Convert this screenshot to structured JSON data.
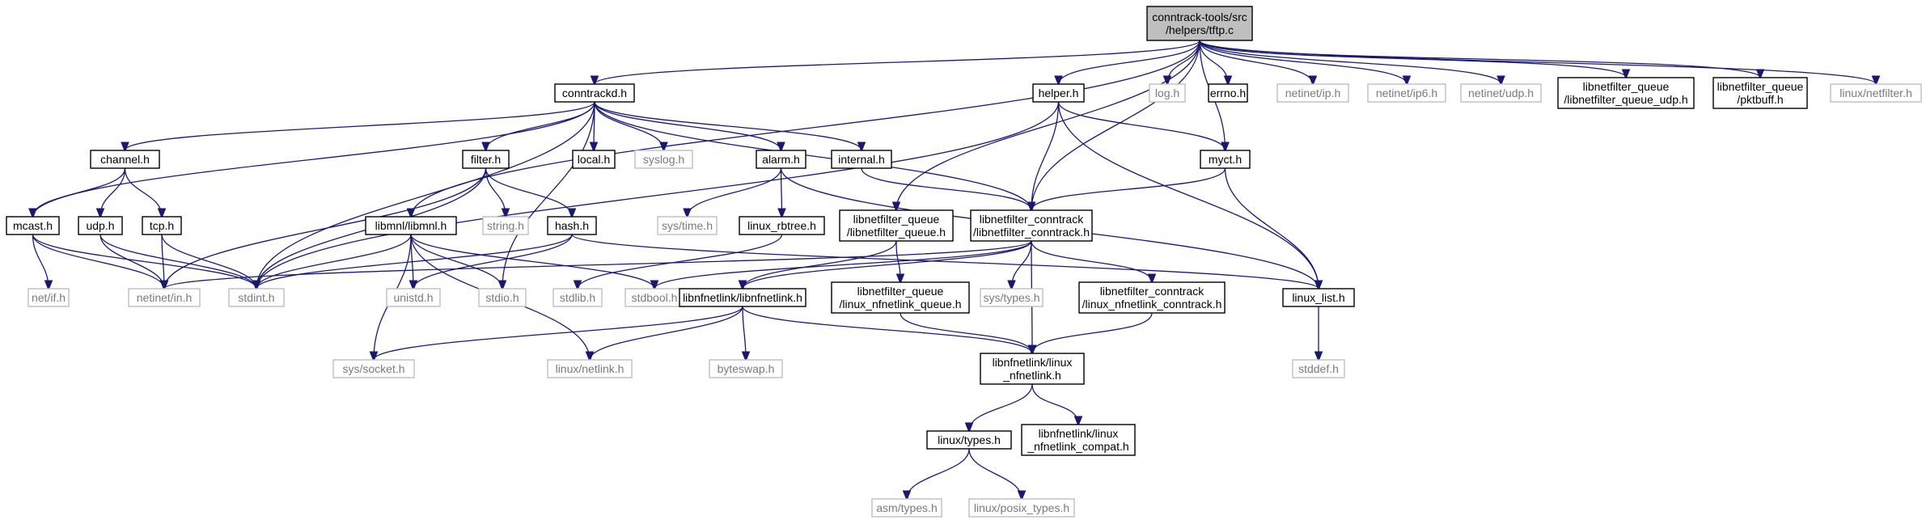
{
  "colors": {
    "edge": "#191970",
    "doc_border": "#000000",
    "sys_border": "#bfbfbf",
    "root_fill": "#bfbfbf",
    "sys_text": "#7a7a7a"
  },
  "nodes": [
    {
      "id": "root",
      "lines": [
        "conntrack-tools/src",
        "/helpers/tftp.c"
      ],
      "kind": "root"
    },
    {
      "id": "conntrackd",
      "lines": [
        "conntrackd.h"
      ],
      "kind": "doc"
    },
    {
      "id": "helper",
      "lines": [
        "helper.h"
      ],
      "kind": "doc"
    },
    {
      "id": "log",
      "lines": [
        "log.h"
      ],
      "kind": "sys"
    },
    {
      "id": "errno",
      "lines": [
        "errno.h"
      ],
      "kind": "doc"
    },
    {
      "id": "netinet_ip",
      "lines": [
        "netinet/ip.h"
      ],
      "kind": "sys"
    },
    {
      "id": "netinet_ip6",
      "lines": [
        "netinet/ip6.h"
      ],
      "kind": "sys"
    },
    {
      "id": "netinet_udp",
      "lines": [
        "netinet/udp.h"
      ],
      "kind": "sys"
    },
    {
      "id": "nfq_udp",
      "lines": [
        "libnetfilter_queue",
        "/libnetfilter_queue_udp.h"
      ],
      "kind": "doc"
    },
    {
      "id": "pktbuff",
      "lines": [
        "libnetfilter_queue",
        "/pktbuff.h"
      ],
      "kind": "doc"
    },
    {
      "id": "linux_netfilter",
      "lines": [
        "linux/netfilter.h"
      ],
      "kind": "sys"
    },
    {
      "id": "channel",
      "lines": [
        "channel.h"
      ],
      "kind": "doc"
    },
    {
      "id": "filter",
      "lines": [
        "filter.h"
      ],
      "kind": "doc"
    },
    {
      "id": "local",
      "lines": [
        "local.h"
      ],
      "kind": "doc"
    },
    {
      "id": "syslog",
      "lines": [
        "syslog.h"
      ],
      "kind": "sys"
    },
    {
      "id": "alarm",
      "lines": [
        "alarm.h"
      ],
      "kind": "doc"
    },
    {
      "id": "internal",
      "lines": [
        "internal.h"
      ],
      "kind": "doc"
    },
    {
      "id": "myct",
      "lines": [
        "myct.h"
      ],
      "kind": "doc"
    },
    {
      "id": "mcast",
      "lines": [
        "mcast.h"
      ],
      "kind": "doc"
    },
    {
      "id": "udp",
      "lines": [
        "udp.h"
      ],
      "kind": "doc"
    },
    {
      "id": "tcp",
      "lines": [
        "tcp.h"
      ],
      "kind": "doc"
    },
    {
      "id": "libmnl",
      "lines": [
        "libmnl/libmnl.h"
      ],
      "kind": "doc"
    },
    {
      "id": "string",
      "lines": [
        "string.h"
      ],
      "kind": "sys"
    },
    {
      "id": "hash",
      "lines": [
        "hash.h"
      ],
      "kind": "doc"
    },
    {
      "id": "systime",
      "lines": [
        "sys/time.h"
      ],
      "kind": "sys"
    },
    {
      "id": "rbtree",
      "lines": [
        "linux_rbtree.h"
      ],
      "kind": "doc"
    },
    {
      "id": "nfq",
      "lines": [
        "libnetfilter_queue",
        "/libnetfilter_queue.h"
      ],
      "kind": "doc"
    },
    {
      "id": "nfct",
      "lines": [
        "libnetfilter_conntrack",
        "/libnetfilter_conntrack.h"
      ],
      "kind": "doc"
    },
    {
      "id": "netif",
      "lines": [
        "net/if.h"
      ],
      "kind": "sys"
    },
    {
      "id": "netinet_in",
      "lines": [
        "netinet/in.h"
      ],
      "kind": "sys"
    },
    {
      "id": "stdint",
      "lines": [
        "stdint.h"
      ],
      "kind": "sys"
    },
    {
      "id": "unistd",
      "lines": [
        "unistd.h"
      ],
      "kind": "sys"
    },
    {
      "id": "stdio",
      "lines": [
        "stdio.h"
      ],
      "kind": "sys"
    },
    {
      "id": "stdlib",
      "lines": [
        "stdlib.h"
      ],
      "kind": "sys"
    },
    {
      "id": "stdbool",
      "lines": [
        "stdbool.h"
      ],
      "kind": "sys"
    },
    {
      "id": "libnfnetlink",
      "lines": [
        "libnfnetlink/libnfnetlink.h"
      ],
      "kind": "doc"
    },
    {
      "id": "nfq_nfnl",
      "lines": [
        "libnetfilter_queue",
        "/linux_nfnetlink_queue.h"
      ],
      "kind": "doc"
    },
    {
      "id": "systypes",
      "lines": [
        "sys/types.h"
      ],
      "kind": "sys"
    },
    {
      "id": "nfct_nfnl",
      "lines": [
        "libnetfilter_conntrack",
        "/linux_nfnetlink_conntrack.h"
      ],
      "kind": "doc"
    },
    {
      "id": "linux_list",
      "lines": [
        "linux_list.h"
      ],
      "kind": "doc"
    },
    {
      "id": "syssocket",
      "lines": [
        "sys/socket.h"
      ],
      "kind": "sys"
    },
    {
      "id": "linux_netlink",
      "lines": [
        "linux/netlink.h"
      ],
      "kind": "sys"
    },
    {
      "id": "byteswap",
      "lines": [
        "byteswap.h"
      ],
      "kind": "sys"
    },
    {
      "id": "nfnl_linux",
      "lines": [
        "libnfnetlink/linux",
        "_nfnetlink.h"
      ],
      "kind": "doc"
    },
    {
      "id": "stddef",
      "lines": [
        "stddef.h"
      ],
      "kind": "sys"
    },
    {
      "id": "linux_types",
      "lines": [
        "linux/types.h"
      ],
      "kind": "doc"
    },
    {
      "id": "nfnl_compat",
      "lines": [
        "libnfnetlink/linux",
        "_nfnetlink_compat.h"
      ],
      "kind": "doc"
    },
    {
      "id": "asm_types",
      "lines": [
        "asm/types.h"
      ],
      "kind": "sys"
    },
    {
      "id": "posix_types",
      "lines": [
        "linux/posix_types.h"
      ],
      "kind": "sys"
    }
  ],
  "edges": [
    [
      "root",
      "conntrackd"
    ],
    [
      "root",
      "helper"
    ],
    [
      "root",
      "log"
    ],
    [
      "root",
      "errno"
    ],
    [
      "root",
      "netinet_ip"
    ],
    [
      "root",
      "netinet_ip6"
    ],
    [
      "root",
      "netinet_udp"
    ],
    [
      "root",
      "nfq_udp"
    ],
    [
      "root",
      "pktbuff"
    ],
    [
      "root",
      "linux_netfilter"
    ],
    [
      "root",
      "libmnl"
    ],
    [
      "root",
      "nfq"
    ],
    [
      "root",
      "nfct"
    ],
    [
      "root",
      "myct"
    ],
    [
      "conntrackd",
      "channel"
    ],
    [
      "conntrackd",
      "filter"
    ],
    [
      "conntrackd",
      "local"
    ],
    [
      "conntrackd",
      "syslog"
    ],
    [
      "conntrackd",
      "alarm"
    ],
    [
      "conntrackd",
      "internal"
    ],
    [
      "conntrackd",
      "mcast"
    ],
    [
      "conntrackd",
      "stdint"
    ],
    [
      "conntrackd",
      "stdio"
    ],
    [
      "conntrackd",
      "nfct"
    ],
    [
      "helper",
      "myct"
    ],
    [
      "helper",
      "nfct"
    ],
    [
      "helper",
      "linux_list"
    ],
    [
      "helper",
      "stdint"
    ],
    [
      "channel",
      "mcast"
    ],
    [
      "channel",
      "udp"
    ],
    [
      "channel",
      "tcp"
    ],
    [
      "filter",
      "string"
    ],
    [
      "filter",
      "hash"
    ],
    [
      "filter",
      "netinet_in"
    ],
    [
      "filter",
      "stdint"
    ],
    [
      "alarm",
      "systime"
    ],
    [
      "alarm",
      "rbtree"
    ],
    [
      "alarm",
      "linux_list"
    ],
    [
      "internal",
      "nfct"
    ],
    [
      "myct",
      "nfct"
    ],
    [
      "myct",
      "linux_list"
    ],
    [
      "mcast",
      "netif"
    ],
    [
      "mcast",
      "netinet_in"
    ],
    [
      "mcast",
      "stdint"
    ],
    [
      "udp",
      "netinet_in"
    ],
    [
      "udp",
      "stdint"
    ],
    [
      "tcp",
      "netinet_in"
    ],
    [
      "tcp",
      "stdint"
    ],
    [
      "libmnl",
      "stdint"
    ],
    [
      "libmnl",
      "unistd"
    ],
    [
      "libmnl",
      "stdio"
    ],
    [
      "libmnl",
      "stdbool"
    ],
    [
      "libmnl",
      "syssocket"
    ],
    [
      "libmnl",
      "linux_netlink"
    ],
    [
      "hash",
      "stdint"
    ],
    [
      "hash",
      "unistd"
    ],
    [
      "hash",
      "linux_list"
    ],
    [
      "rbtree",
      "stdlib"
    ],
    [
      "nfq",
      "libnfnetlink"
    ],
    [
      "nfq",
      "nfq_nfnl"
    ],
    [
      "nfct",
      "netinet_in"
    ],
    [
      "nfct",
      "stdbool"
    ],
    [
      "nfct",
      "libnfnetlink"
    ],
    [
      "nfct",
      "systypes"
    ],
    [
      "nfct",
      "nfct_nfnl"
    ],
    [
      "nfct",
      "nfnl_linux"
    ],
    [
      "libnfnetlink",
      "syssocket"
    ],
    [
      "libnfnetlink",
      "linux_netlink"
    ],
    [
      "libnfnetlink",
      "byteswap"
    ],
    [
      "libnfnetlink",
      "nfnl_linux"
    ],
    [
      "nfq_nfnl",
      "nfnl_linux"
    ],
    [
      "nfct_nfnl",
      "nfnl_linux"
    ],
    [
      "linux_list",
      "stddef"
    ],
    [
      "nfnl_linux",
      "linux_types"
    ],
    [
      "nfnl_linux",
      "nfnl_compat"
    ],
    [
      "linux_types",
      "asm_types"
    ],
    [
      "linux_types",
      "posix_types"
    ]
  ]
}
